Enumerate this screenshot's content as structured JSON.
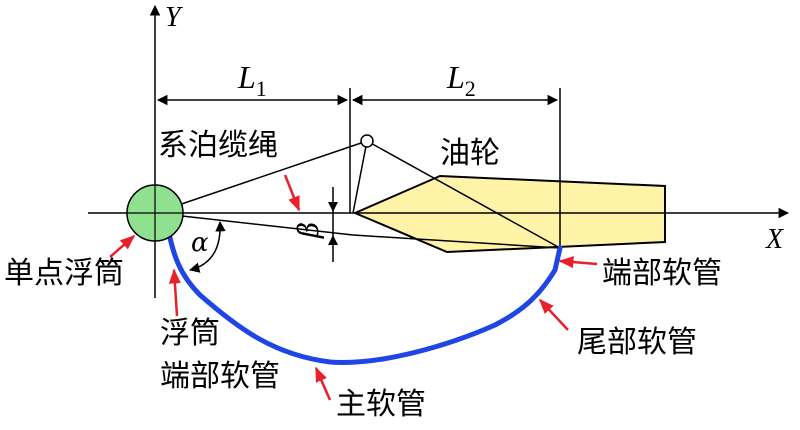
{
  "axes": {
    "x_label": "X",
    "y_label": "Y"
  },
  "dimensions": {
    "l1": {
      "letter": "L",
      "sub": "1"
    },
    "l2": {
      "letter": "L",
      "sub": "2"
    }
  },
  "angles": {
    "alpha": "α",
    "beta": "β"
  },
  "labels": {
    "mooring_line": "系泊缆绳",
    "tanker": "油轮",
    "spm_buoy": "单点浮筒",
    "buoy_end_hose_line1": "浮筒",
    "buoy_end_hose_line2": "端部软管",
    "main_hose": "主软管",
    "tail_hose": "尾部软管",
    "end_hose": "端部软管"
  },
  "colors": {
    "hose": "#1f45e6",
    "buoy_fill": "#8fe08f",
    "tanker_fill": "#fff3a8",
    "arrow": "#e8202a",
    "line": "#000000"
  }
}
